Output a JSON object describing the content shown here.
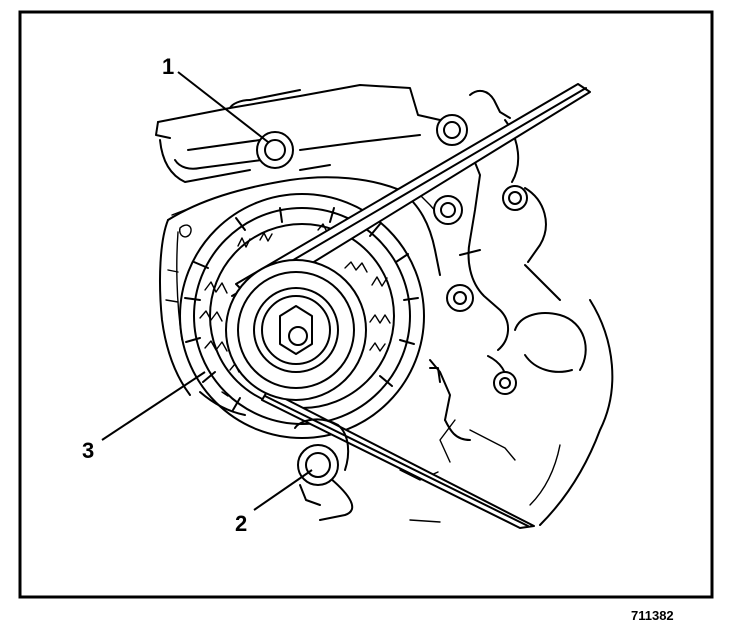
{
  "callouts": {
    "label_1": "1",
    "label_2": "2",
    "label_3": "3"
  },
  "figure_code": "711382"
}
